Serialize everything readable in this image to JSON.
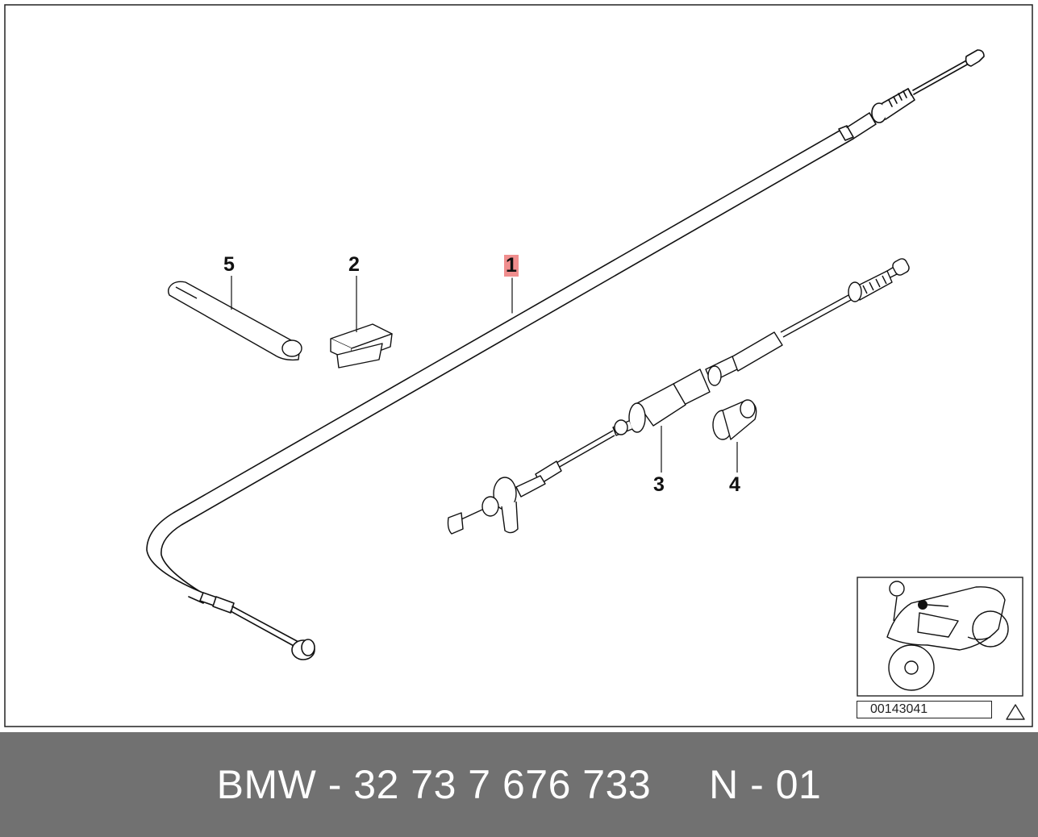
{
  "diagram": {
    "callouts": {
      "part_1": "1",
      "part_2": "2",
      "part_3": "3",
      "part_4": "4",
      "part_5": "5"
    },
    "reference_code": "00143041",
    "highlight_color": "#f08e8e"
  },
  "footer": {
    "label": "BMW - 32 73 7 676 733     N - 01",
    "background_color": "#717171"
  }
}
